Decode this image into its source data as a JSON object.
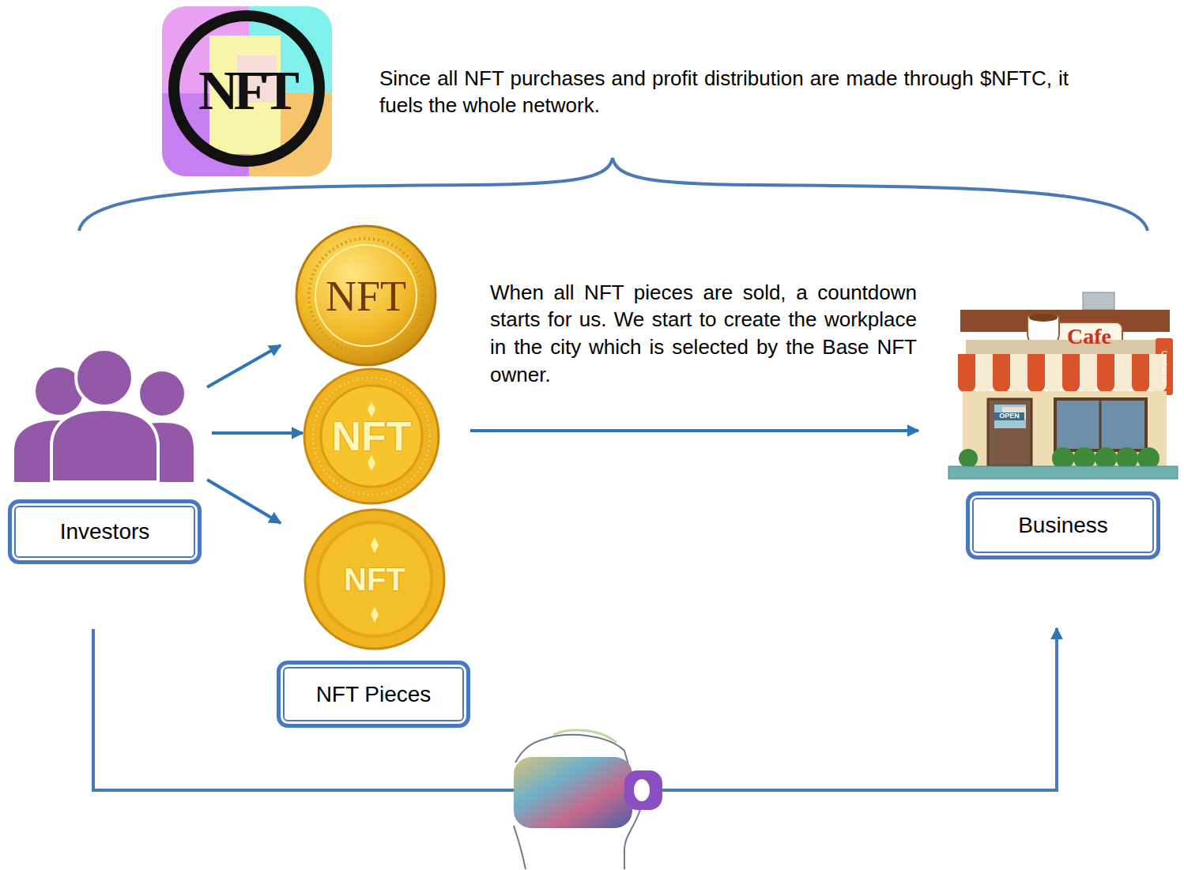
{
  "diagram": {
    "nodes": [
      {
        "text": [
          "Investors"
        ]
      },
      {
        "text": [
          "NFT Pieces"
        ]
      },
      {
        "text": [
          "Business"
        ]
      }
    ],
    "edges": [
      {
        "from": 0,
        "to": 1,
        "arrow": "to"
      },
      {
        "from": 0,
        "to": 1,
        "arrow": "to"
      },
      {
        "from": 0,
        "to": 1,
        "arrow": "to"
      },
      {
        "from": 1,
        "to": 2,
        "arrow": "to"
      },
      {
        "from": 0,
        "to": 2,
        "arrow": "to"
      }
    ],
    "labels": [
      "Since all NFT purchases and profit distribution are made through $NFTC, it fuels the whole network.",
      "When all NFT pieces are sold, a countdown starts for us. We start to create the workplace in the city which is selected by the Base NFT owner.",
      "NFT",
      "NFT",
      "NFT",
      "NFT",
      "Cafe",
      "CAFE",
      "OPEN"
    ]
  }
}
